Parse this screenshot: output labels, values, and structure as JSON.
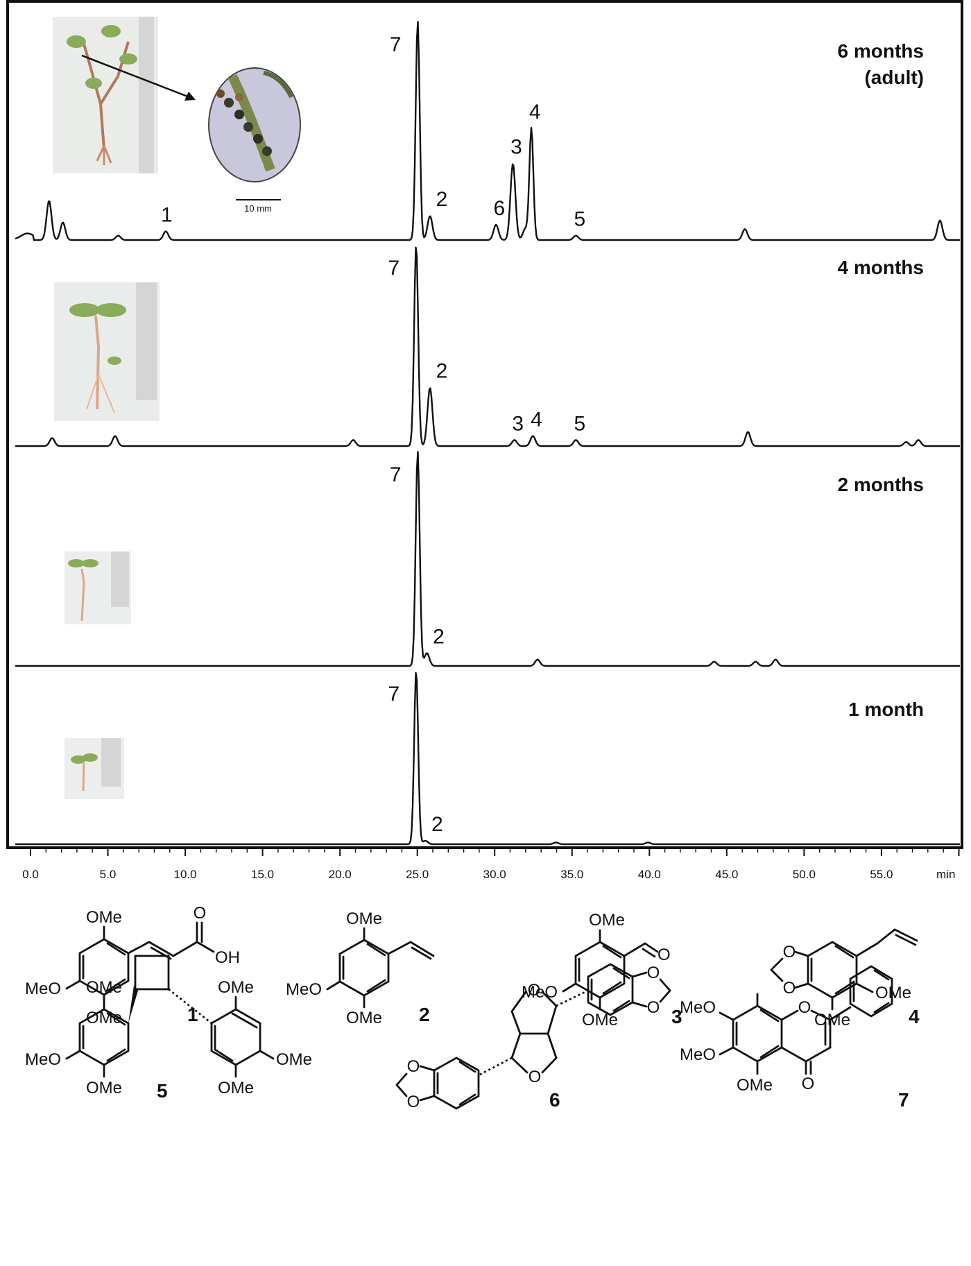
{
  "chart_data": {
    "type": "line",
    "title": "",
    "xlabel": "min",
    "ylabel": "",
    "xlim": [
      -1.0,
      60.5
    ],
    "xticks": [
      "0.0",
      "5.0",
      "10.0",
      "15.0",
      "20.0",
      "25.0",
      "30.0",
      "35.0",
      "40.0",
      "45.0",
      "50.0",
      "55.0"
    ],
    "x_unit": "min",
    "grid": false,
    "panels": [
      {
        "label": "6 months",
        "sublabel": "(adult)",
        "scale_bar": "10 mm",
        "peaks": [
          {
            "x": 25.2,
            "h": 1.0,
            "label": "7"
          },
          {
            "x": 26.0,
            "h": 0.11,
            "label": "2"
          },
          {
            "x": 30.3,
            "h": 0.07,
            "label": "6"
          },
          {
            "x": 31.4,
            "h": 0.35,
            "label": "3"
          },
          {
            "x": 32.6,
            "h": 0.51,
            "label": "4"
          },
          {
            "x": 35.5,
            "h": 0.02,
            "label": "5"
          },
          {
            "x": 8.8,
            "h": 0.04,
            "label": "1"
          },
          {
            "x": 1.2,
            "h": 0.18,
            "label": ""
          },
          {
            "x": 2.1,
            "h": 0.08,
            "label": ""
          },
          {
            "x": 5.7,
            "h": 0.02,
            "label": ""
          },
          {
            "x": 32.2,
            "h": 0.05,
            "label": ""
          },
          {
            "x": 46.5,
            "h": 0.05,
            "label": ""
          },
          {
            "x": 59.2,
            "h": 0.09,
            "label": ""
          }
        ]
      },
      {
        "label": "4 months",
        "sublabel": "",
        "peaks": [
          {
            "x": 25.1,
            "h": 1.0,
            "label": "7"
          },
          {
            "x": 26.0,
            "h": 0.29,
            "label": "2"
          },
          {
            "x": 31.5,
            "h": 0.03,
            "label": "3"
          },
          {
            "x": 32.7,
            "h": 0.05,
            "label": "4"
          },
          {
            "x": 35.5,
            "h": 0.03,
            "label": "5"
          },
          {
            "x": 1.4,
            "h": 0.04,
            "label": ""
          },
          {
            "x": 5.5,
            "h": 0.05,
            "label": ""
          },
          {
            "x": 21.0,
            "h": 0.03,
            "label": ""
          },
          {
            "x": 46.7,
            "h": 0.07,
            "label": ""
          },
          {
            "x": 57.0,
            "h": 0.02,
            "label": ""
          },
          {
            "x": 57.8,
            "h": 0.03,
            "label": ""
          }
        ]
      },
      {
        "label": "2 months",
        "sublabel": "",
        "peaks": [
          {
            "x": 25.2,
            "h": 1.0,
            "label": "7"
          },
          {
            "x": 25.8,
            "h": 0.06,
            "label": "2"
          },
          {
            "x": 33.0,
            "h": 0.03,
            "label": ""
          },
          {
            "x": 44.5,
            "h": 0.02,
            "label": ""
          },
          {
            "x": 48.5,
            "h": 0.03,
            "label": ""
          },
          {
            "x": 47.2,
            "h": 0.02,
            "label": ""
          }
        ]
      },
      {
        "label": "1 month",
        "sublabel": "",
        "peaks": [
          {
            "x": 25.1,
            "h": 1.0,
            "label": "7"
          },
          {
            "x": 25.7,
            "h": 0.02,
            "label": "2"
          },
          {
            "x": 34.2,
            "h": 0.01,
            "label": ""
          },
          {
            "x": 40.2,
            "h": 0.01,
            "label": ""
          }
        ]
      }
    ]
  },
  "structures": {
    "compounds": [
      "1",
      "2",
      "3",
      "4",
      "5",
      "6",
      "7"
    ],
    "labels": {
      "ome": "OMe",
      "meo": "MeO",
      "oh": "OH",
      "o": "O"
    }
  }
}
